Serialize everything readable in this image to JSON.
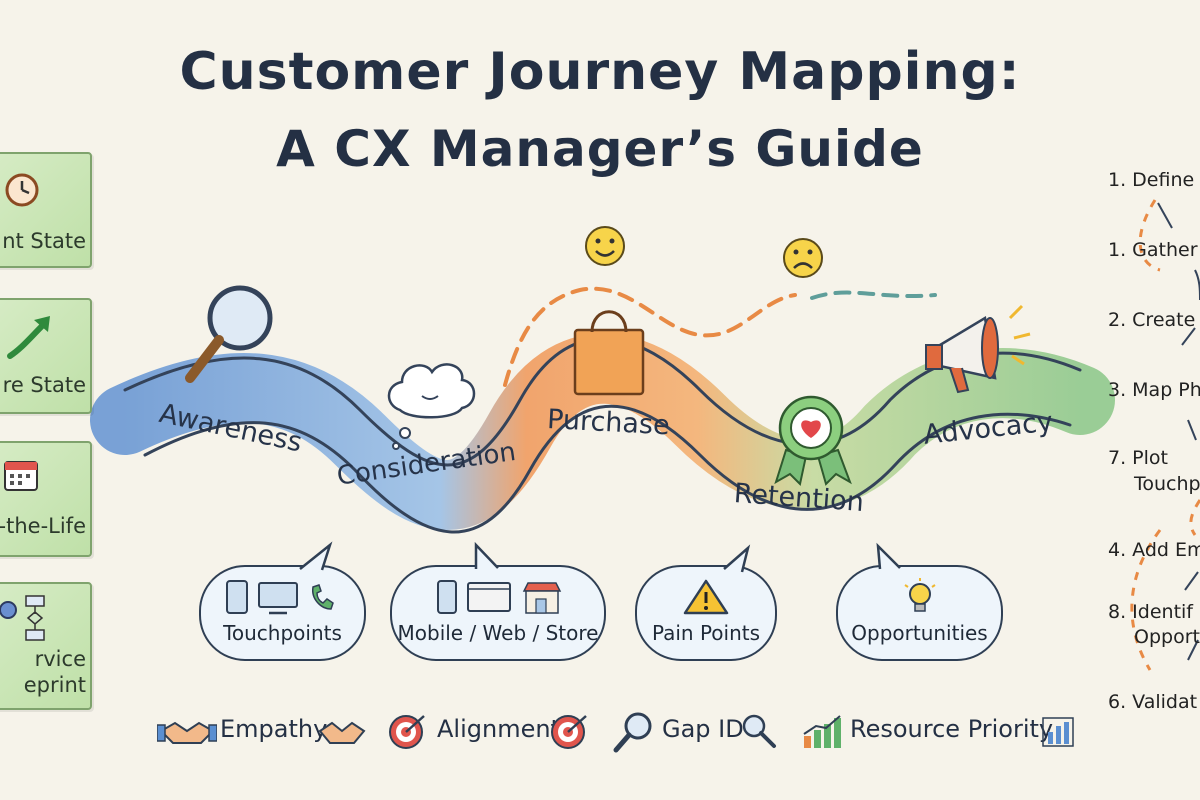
{
  "title": {
    "line1": "Customer Journey Mapping:",
    "line2": "A CX Manager’s Guide"
  },
  "map_types": [
    {
      "label": "nt State",
      "icon": "clock-icon"
    },
    {
      "label": "re State",
      "icon": "growth-arrow-icon"
    },
    {
      "label": "-the-Life",
      "icon": "calendar-icon"
    },
    {
      "label_line1": "rvice",
      "label_line2": "eprint",
      "icon": "flowchart-gear-icon"
    }
  ],
  "stages": [
    {
      "label": "Awareness",
      "color": "#5b8fd1",
      "icon": "magnifying-glass-icon"
    },
    {
      "label": "Consideration",
      "color": "#6aa0dc",
      "icon": "thought-cloud-icon"
    },
    {
      "label": "Purchase",
      "color": "#ef8a43",
      "icon": "shopping-bag-icon"
    },
    {
      "label": "Retention",
      "color": "#f0a24a",
      "icon": "award-ribbon-icon"
    },
    {
      "label": "Advocacy",
      "color": "#7cc07a",
      "icon": "megaphone-icon"
    }
  ],
  "emotions": [
    {
      "icon": "happy-face-icon"
    },
    {
      "icon": "sad-face-icon"
    }
  ],
  "bubbles": [
    {
      "label": "Touchpoints",
      "icon": "devices-icon"
    },
    {
      "label": "Mobile / Web / Store",
      "icon": "channels-icon"
    },
    {
      "label": "Pain Points",
      "icon": "warning-icon"
    },
    {
      "label": "Opportunities",
      "icon": "lightbulb-icon"
    }
  ],
  "benefits": [
    {
      "label": "Empathy",
      "icon": "handshake-icon"
    },
    {
      "label": "Alignment",
      "icon": "target-icon"
    },
    {
      "label": "Gap ID",
      "icon": "magnifier-icon"
    },
    {
      "label": "Resource Priority",
      "icon": "bar-chart-icon"
    }
  ],
  "steps": [
    {
      "label": "1. Define"
    },
    {
      "label": "1. Gather"
    },
    {
      "label": "2. Create"
    },
    {
      "label": "3. Map Ph"
    },
    {
      "label_line1": "7. Plot",
      "label_line2": "Touchp"
    },
    {
      "label": "4. Add Em"
    },
    {
      "label_line1": "8. Identif",
      "label_line2": "Opport"
    },
    {
      "label": "6. Validat"
    }
  ]
}
